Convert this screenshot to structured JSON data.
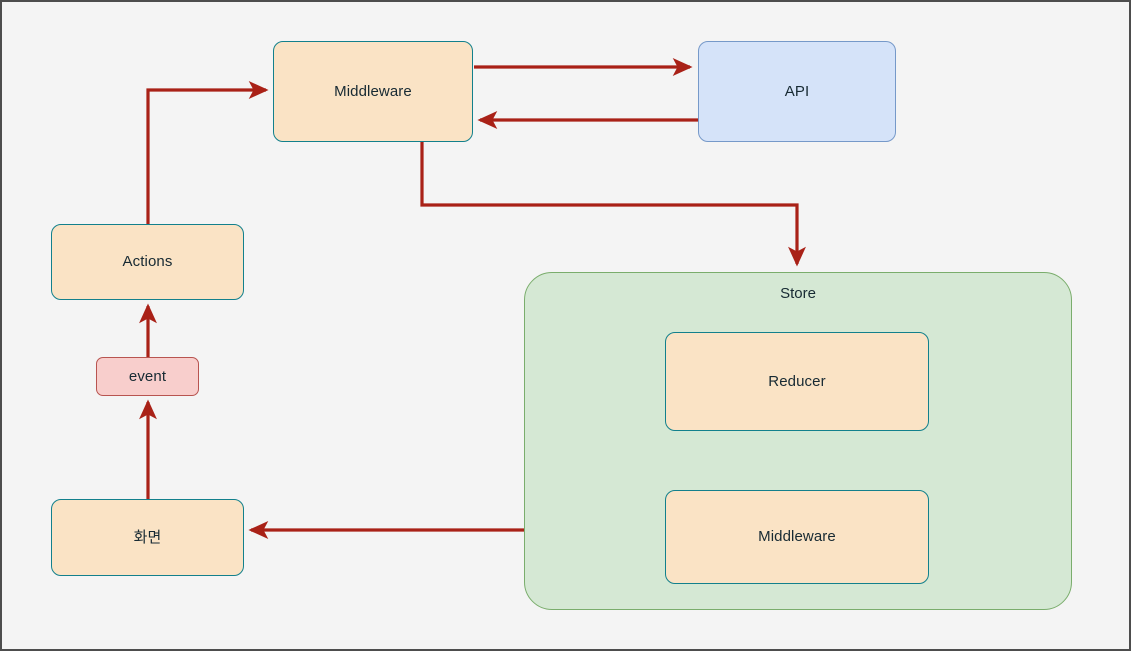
{
  "diagram": {
    "title": "Redux data flow diagram",
    "background_color": "#f4f4f4",
    "border_color": "#4d4d4d",
    "edge_color": "#a92117",
    "process_fill": "#fae3c5",
    "process_stroke": "#12808c",
    "api_fill": "#d5e3f9",
    "api_stroke": "#7699c9",
    "event_fill": "#f8cecc",
    "event_stroke": "#b85450",
    "store_fill": "#d5e8d4",
    "store_stroke": "#7aad6c",
    "text_color": "#172a33"
  },
  "nodes": {
    "middleware_top": {
      "label": "Middleware"
    },
    "api": {
      "label": "API"
    },
    "actions": {
      "label": "Actions"
    },
    "event": {
      "label": "event"
    },
    "screen": {
      "label": "화면"
    },
    "store": {
      "label": "Store"
    },
    "reducer": {
      "label": "Reducer"
    },
    "middleware_store": {
      "label": "Middleware"
    }
  },
  "edges": [
    {
      "name": "middleware-to-api",
      "from": "middleware_top",
      "to": "api",
      "direction": "right"
    },
    {
      "name": "api-to-middleware",
      "from": "api",
      "to": "middleware_top",
      "direction": "left"
    },
    {
      "name": "middleware-to-store",
      "from": "middleware_top",
      "to": "store",
      "direction": "down"
    },
    {
      "name": "reducer-to-middleware-store",
      "from": "reducer",
      "to": "middleware_store",
      "direction": "down"
    },
    {
      "name": "middleware-store-to-screen",
      "from": "middleware_store",
      "to": "screen",
      "direction": "left"
    },
    {
      "name": "screen-to-event",
      "from": "screen",
      "to": "event",
      "direction": "up"
    },
    {
      "name": "event-to-actions",
      "from": "event",
      "to": "actions",
      "direction": "up"
    },
    {
      "name": "actions-to-middleware",
      "from": "actions",
      "to": "middleware_top",
      "direction": "up-right"
    }
  ]
}
